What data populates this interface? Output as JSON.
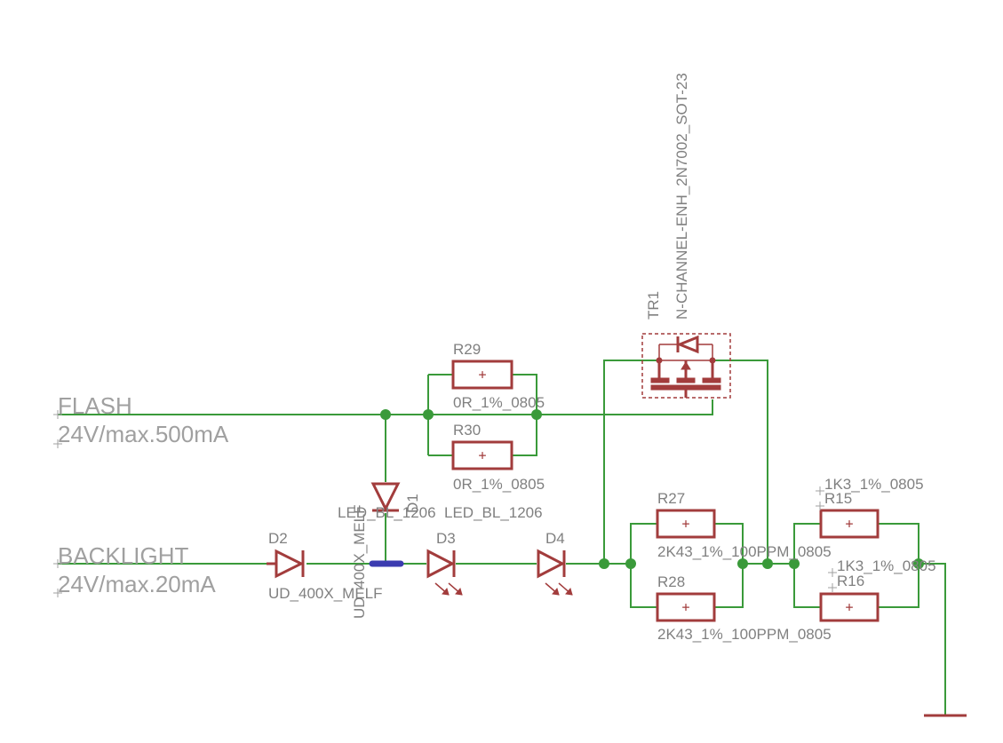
{
  "nets": {
    "flash": {
      "name": "FLASH",
      "spec": "24V/max.500mA"
    },
    "backlight": {
      "name": "BACKLIGHT",
      "spec": "24V/max.20mA"
    }
  },
  "parts": {
    "R29": {
      "ref": "R29",
      "value": "0R_1%_0805"
    },
    "R30": {
      "ref": "R30",
      "value": "0R_1%_0805"
    },
    "R27": {
      "ref": "R27",
      "value": "2K43_1%_100PPM_0805"
    },
    "R28": {
      "ref": "R28",
      "value": "2K43_1%_100PPM_0805"
    },
    "R15": {
      "ref": "R15",
      "value": "1K3_1%_0805"
    },
    "R16": {
      "ref": "R16",
      "value": "1K3_1%_0805"
    },
    "TR1": {
      "ref": "TR1",
      "value": "N-CHANNEL-ENH_2N7002_SOT-23"
    },
    "D1": {
      "ref": "D1",
      "value": "LED_BL_1206"
    },
    "D2": {
      "ref": "D2",
      "value": "UD_400X_MELF"
    },
    "D3": {
      "ref": "D3",
      "value": "LED_BL_1206"
    },
    "D4": {
      "ref": "D4"
    },
    "D1_bottom": {
      "value": "UD_400X_MELF"
    }
  },
  "resistor_symbol": "+",
  "colors": {
    "wire": "#3a9a3a",
    "component": "#a23c3c",
    "bus": "#3b3bb0",
    "text": "#808080"
  }
}
